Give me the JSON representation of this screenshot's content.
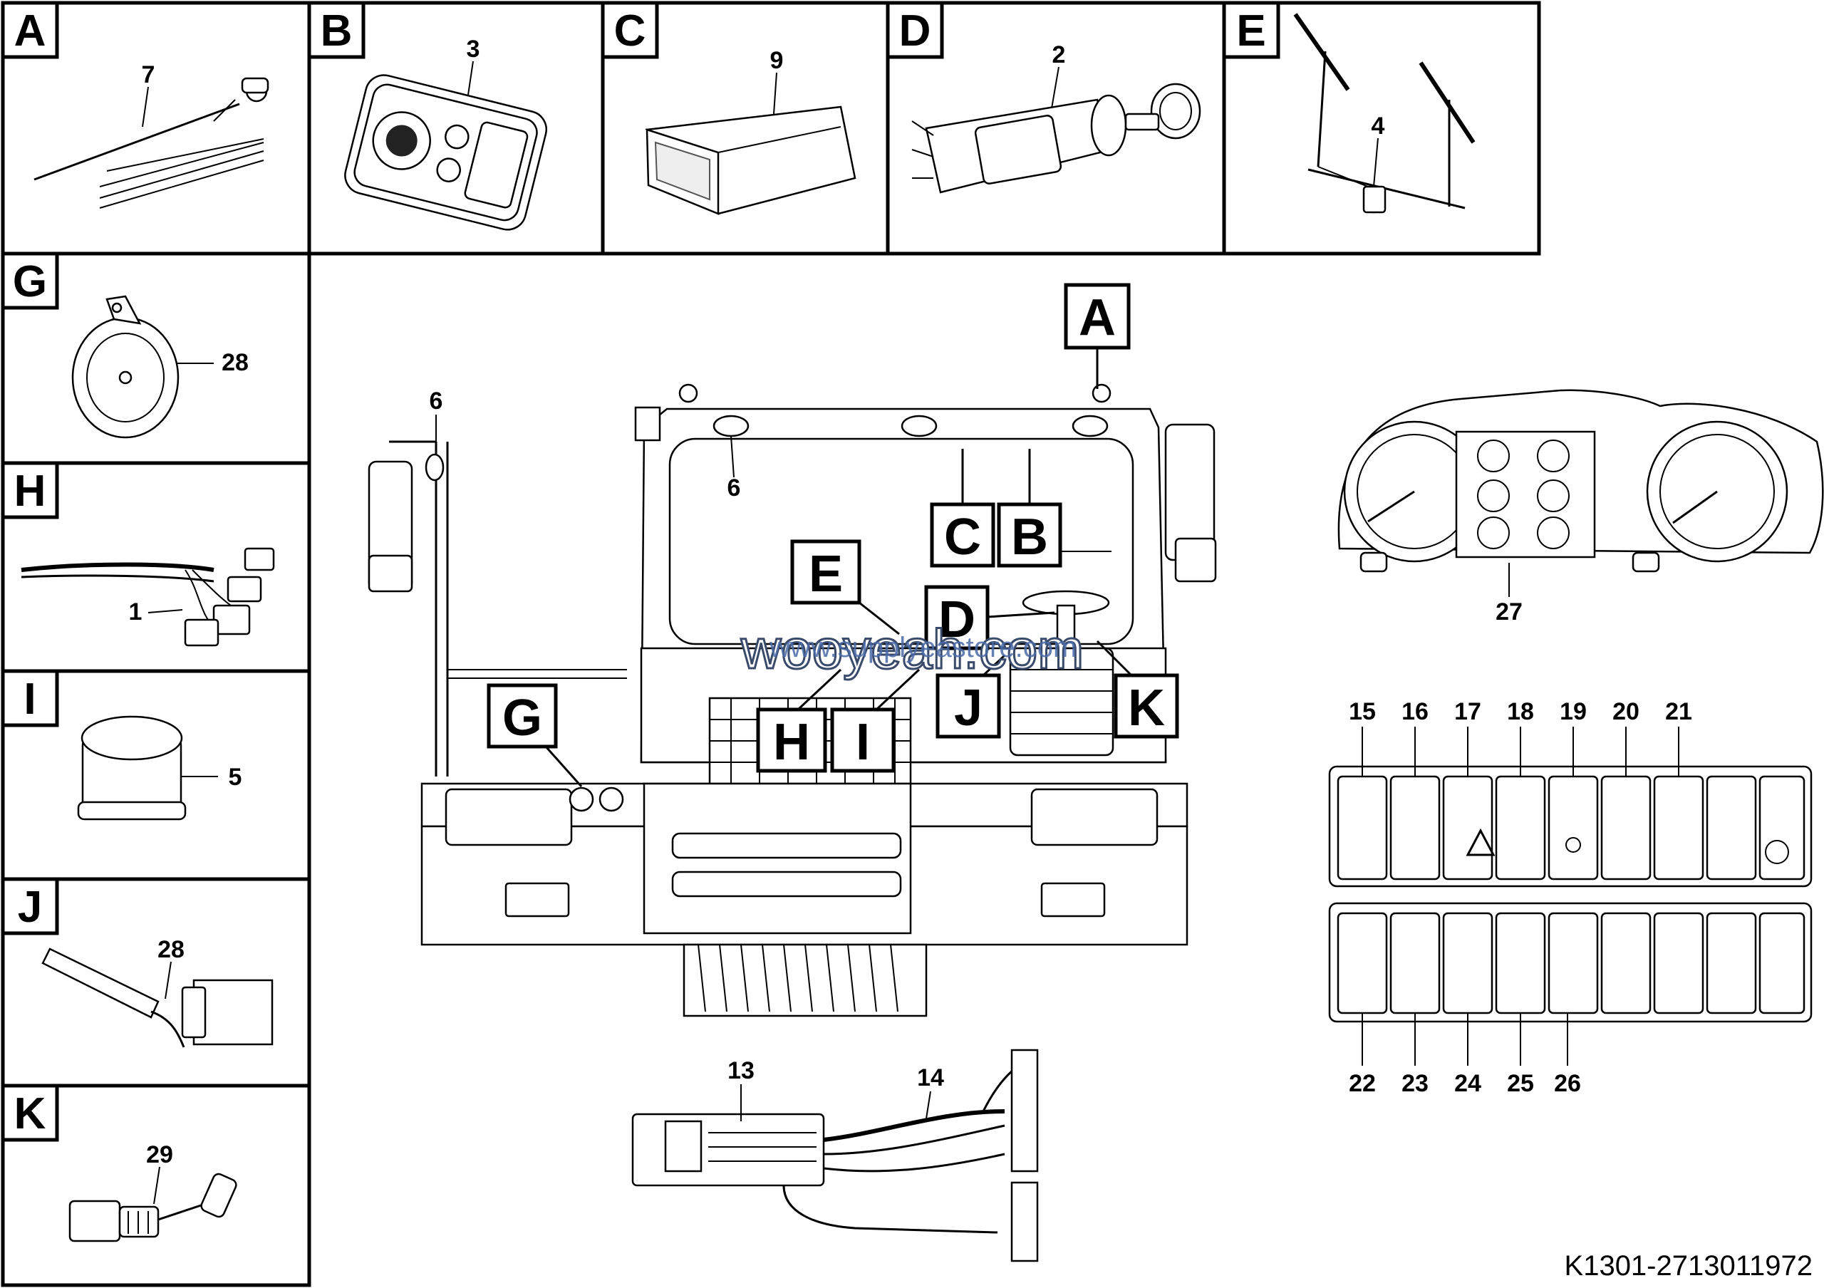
{
  "panels": [
    {
      "id": "A",
      "part": "7",
      "depicts": "antenna"
    },
    {
      "id": "B",
      "part": "3",
      "depicts": "interior-lamp"
    },
    {
      "id": "C",
      "part": "9",
      "depicts": "radio"
    },
    {
      "id": "D",
      "part": "2",
      "depicts": "ignition-switch"
    },
    {
      "id": "E",
      "part": "4",
      "depicts": "wiper-linkage"
    },
    {
      "id": "G",
      "part": "28",
      "depicts": "horn"
    },
    {
      "id": "H",
      "part": "1",
      "depicts": "wiring-harness"
    },
    {
      "id": "I",
      "part": "5",
      "depicts": "cap"
    },
    {
      "id": "J",
      "part": "28",
      "depicts": "lever"
    },
    {
      "id": "K",
      "part": "29",
      "depicts": "combination-switch"
    }
  ],
  "main": {
    "callouts": [
      "A",
      "B",
      "C",
      "D",
      "E",
      "G",
      "H",
      "I",
      "J",
      "K"
    ],
    "part_6_label": "6",
    "part_6b_label": "6"
  },
  "cluster": {
    "part": "27"
  },
  "switches_top": [
    "15",
    "16",
    "17",
    "18",
    "19",
    "20",
    "21"
  ],
  "switches_bottom": [
    "22",
    "23",
    "24",
    "25",
    "26"
  ],
  "harness": {
    "parts": [
      "13",
      "14"
    ]
  },
  "watermark": {
    "main": "wooyeah.com",
    "sub": "www.supplyeastore.com"
  },
  "document_code": "K1301-2713011972"
}
